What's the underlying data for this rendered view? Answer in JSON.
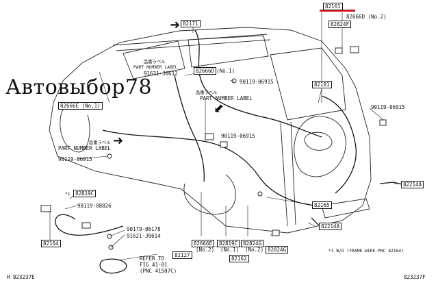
{
  "watermark": "Автовыбор78",
  "labels": {
    "p82161": "82161",
    "p82666D_no2": "82666D (No.2)",
    "p82824F": "82824F",
    "p82171": "82171",
    "p82666D_no1": "82666D",
    "no1": "(No.1)",
    "tag_jp": "品番ラベル",
    "pnl_top": "PART NUMBER LABEL",
    "p91631": "91631-J0612",
    "p90119_top": "90119-06915",
    "p82181": "82181",
    "tag_jp2": "品番ラベル",
    "pnl_mid": "PART NUMBER LABEL",
    "p82666E_no1": "82666E (No.1)",
    "p90119_right": "90119-06915",
    "p90119_center": "90119-06915",
    "tag_jp3": "品番ラベル",
    "pnl_left": "PART NUMBER LABEL",
    "p90119_left": "90119-06915",
    "p82214A_right": "82214A",
    "p82819C_left": "82819C",
    "mark_left": "*1",
    "p90119_08826": "90119-08826",
    "p82165": "82165",
    "p90179": "90179-06178",
    "p82214A_bottom": "82214A",
    "p91621": "91621-J0614",
    "p82164": "82164",
    "p82127": "82127",
    "refer1": "REFER TO",
    "refer2": "FIG 41-01",
    "refer3": "(PNC 41507C)",
    "p82666E_b": "82666E",
    "no2_b": "(No.2)",
    "p82819C_b": "82819C",
    "no1_b": "(No.1)",
    "p82824G_1": "82824G",
    "no2_c": "(No.2)",
    "p82824G_2": "82824G",
    "p82162": "82162",
    "note": "*1 W/O (FRAME WIRE-PNC 82164)",
    "code_left": "H 823237E",
    "code_right": "823237F"
  }
}
